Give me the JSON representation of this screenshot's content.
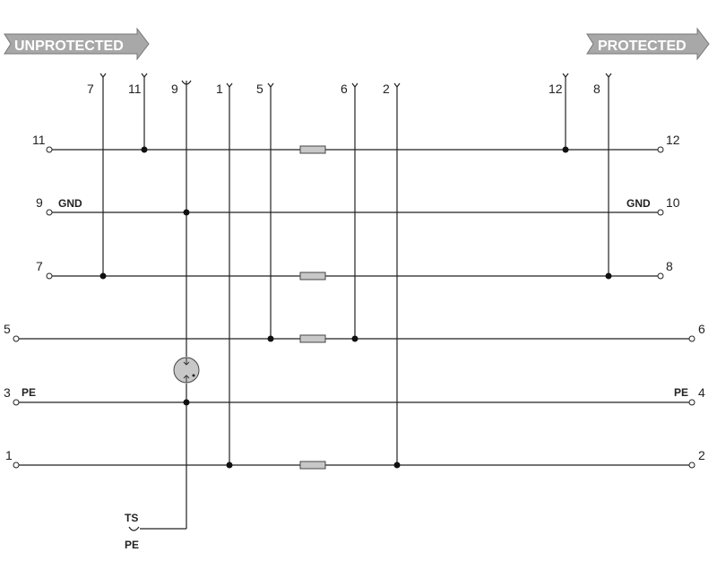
{
  "banners": {
    "left": "UNPROTECTED",
    "right": "PROTECTED"
  },
  "top_pins": [
    "7",
    "11",
    "9",
    "1",
    "5",
    "6",
    "2",
    "12",
    "8"
  ],
  "left_terminals": [
    "11",
    "9",
    "7",
    "5",
    "3",
    "1"
  ],
  "right_terminals": [
    "12",
    "10",
    "8",
    "6",
    "4",
    "2"
  ],
  "line_labels": {
    "gnd_left": "GND",
    "gnd_right": "GND",
    "pe_left": "PE",
    "pe_right": "PE"
  },
  "bottom": {
    "ts": "TS",
    "pe": "PE"
  },
  "colors": {
    "component_fill": "#c8c8c8",
    "wire": "#222222",
    "banner": "#a8a8a8"
  }
}
